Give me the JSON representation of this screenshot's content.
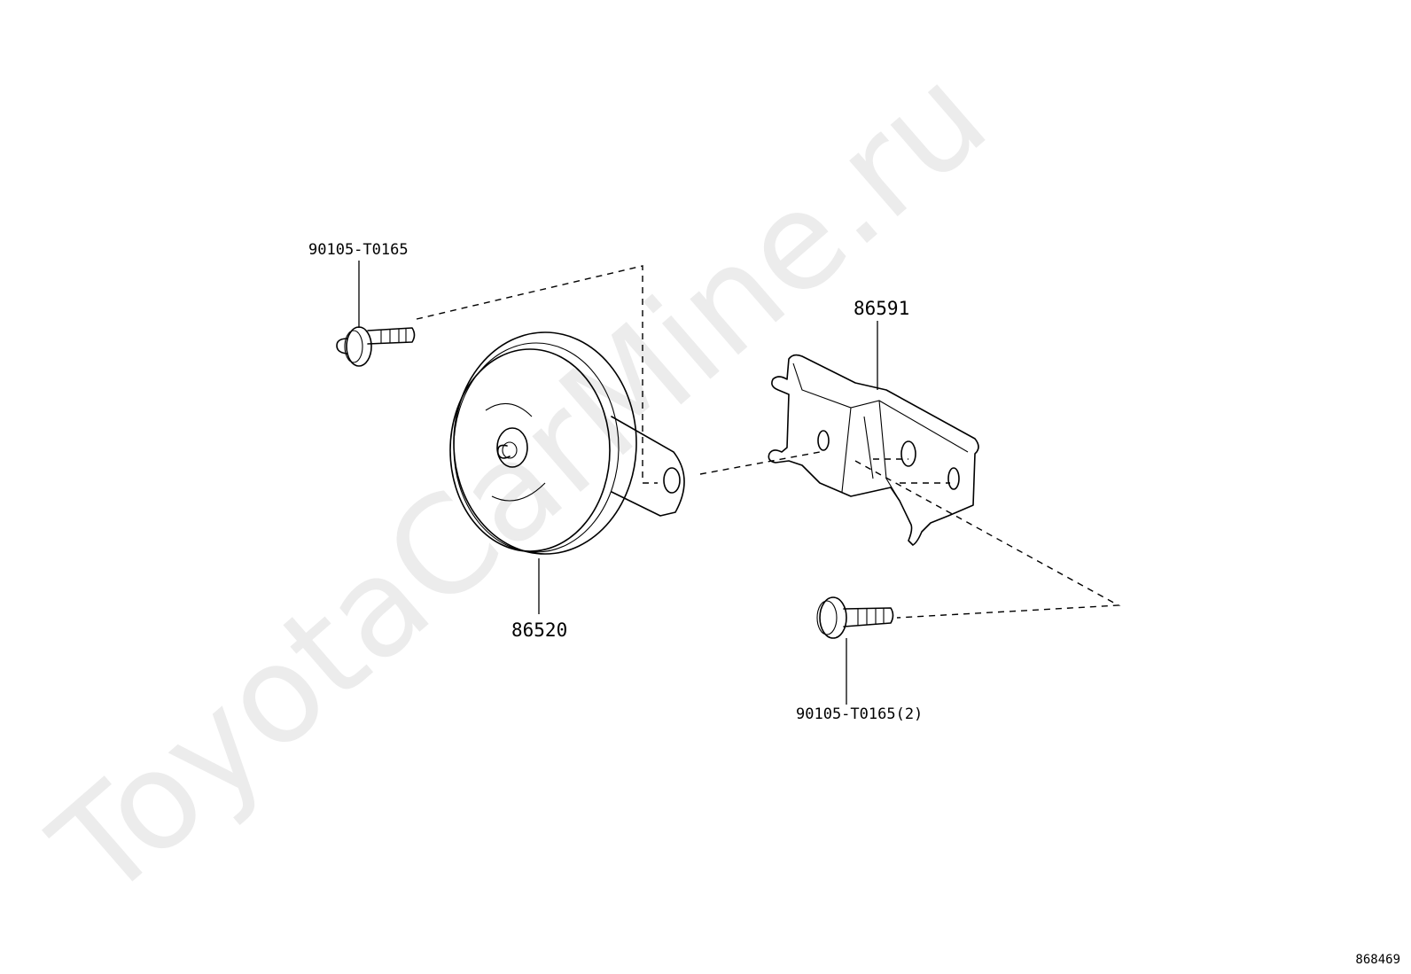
{
  "watermark": {
    "text": "ToyotaCarMine.ru",
    "color": "#ececec"
  },
  "diagram_id": "868469",
  "parts": {
    "bolt_top": {
      "part_number": "90105-T0165"
    },
    "horn": {
      "part_number": "86520"
    },
    "bracket": {
      "part_number": "86591"
    },
    "bolt_bottom": {
      "part_number": "90105-T0165(2)"
    }
  }
}
